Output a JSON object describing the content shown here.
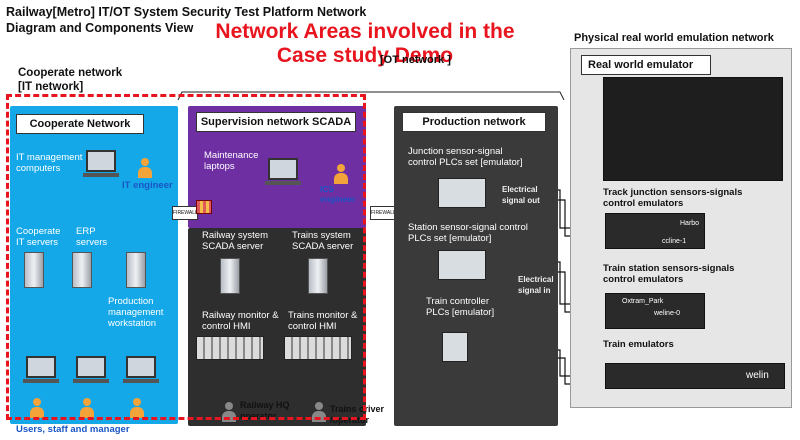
{
  "title": "Railway[Metro] IT/OT System Security Test Platform Network Diagram and Components View",
  "overlay_title": "Network Areas involved in the Case study Demo",
  "ot_network_label": "[OT network ]",
  "it_network_label_line1": "Cooperate network",
  "it_network_label_line2": "[IT network]",
  "physical_label": "Physical real world emulation network",
  "cooperate": {
    "header": "Cooperate Network",
    "it_mgmt": "IT management computers",
    "it_engineer": "IT engineer",
    "cooperate_servers": "Cooperate IT servers",
    "erp_servers": "ERP servers",
    "production_ws": "Production management workstation",
    "users": "Users, staff and manager"
  },
  "scada": {
    "header": "Supervision network  SCADA",
    "maintenance": "Maintenance laptops",
    "ics_engineer": "ICS engineer",
    "railway_server": "Railway system SCADA server",
    "trains_server": "Trains system SCADA server",
    "railway_hmi": "Railway monitor & control HMI",
    "trains_hmi": "Trains monitor & control HMI",
    "railway_operator": "Railway HQ operator",
    "trains_operator": "Trains driver /operator",
    "firewall": "FIREWALL"
  },
  "production": {
    "header": "Production network",
    "junction_plcs": "Junction sensor-signal control PLCs set [emulator]",
    "electrical_out": "Electrical signal out",
    "station_plcs": "Station sensor-signal control PLCs set [emulator]",
    "electrical_in": "Electrical signal in",
    "train_plcs": "Train controller PLCs [emulator]",
    "firewall": "FIREWALL"
  },
  "physical": {
    "header": "Real world emulator",
    "track_junction": "Track junction sensors-signals control emulators",
    "train_station": "Train station sensors-signals control emulators",
    "train_emulators": "Train emulators",
    "junction_labels": [
      "ccline-1",
      "Harbo"
    ],
    "station_labels": [
      "Oxtram_Park",
      "weline-0"
    ],
    "train_label": "welin"
  }
}
